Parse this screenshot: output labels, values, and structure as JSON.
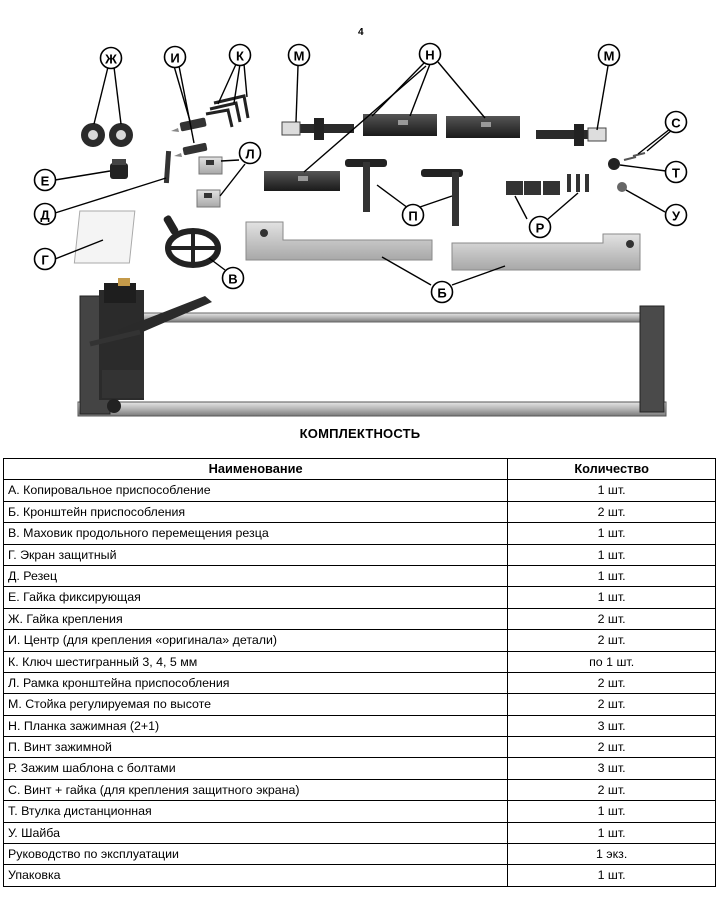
{
  "page_number": "4",
  "figure": {
    "title": "КОМПЛЕКТНОСТЬ",
    "callouts": {
      "zh": "Ж",
      "i": "И",
      "k": "К",
      "m": "М",
      "n": "Н",
      "s": "С",
      "e": "Е",
      "l": "Л",
      "t": "Т",
      "d": "Д",
      "p": "П",
      "r": "Р",
      "u": "У",
      "g": "Г",
      "v": "В",
      "b": "Б"
    }
  },
  "table": {
    "headers": {
      "name": "Наименование",
      "qty": "Количество"
    },
    "rows": [
      {
        "name": "А. Копировальное приспособление",
        "qty": "1 шт."
      },
      {
        "name": "Б. Кронштейн приспособления",
        "qty": "2 шт."
      },
      {
        "name": "В. Маховик продольного перемещения резца",
        "qty": "1 шт."
      },
      {
        "name": "Г. Экран защитный",
        "qty": "1 шт."
      },
      {
        "name": "Д. Резец",
        "qty": "1 шт."
      },
      {
        "name": "Е. Гайка фиксирующая",
        "qty": "1 шт."
      },
      {
        "name": "Ж. Гайка крепления",
        "qty": "2 шт."
      },
      {
        "name": "И. Центр (для крепления «оригинала» детали)",
        "qty": "2 шт."
      },
      {
        "name": "К. Ключ шестигранный 3, 4, 5 мм",
        "qty": "по 1 шт."
      },
      {
        "name": "Л. Рамка кронштейна приспособления",
        "qty": "2 шт."
      },
      {
        "name": "М. Стойка регулируемая по высоте",
        "qty": "2 шт."
      },
      {
        "name": "Н. Планка зажимная (2+1)",
        "qty": "3 шт."
      },
      {
        "name": "П. Винт зажимной",
        "qty": "2 шт."
      },
      {
        "name": "Р. Зажим шаблона с болтами",
        "qty": "3 шт."
      },
      {
        "name": "С. Винт + гайка (для крепления защитного экрана)",
        "qty": "2 шт."
      },
      {
        "name": "Т. Втулка дистанционная",
        "qty": "1 шт."
      },
      {
        "name": "У. Шайба",
        "qty": "1 шт."
      },
      {
        "name": "Руководство по эксплуатации",
        "qty": "1 экз."
      },
      {
        "name": "Упаковка",
        "qty": "1 шт."
      }
    ]
  }
}
